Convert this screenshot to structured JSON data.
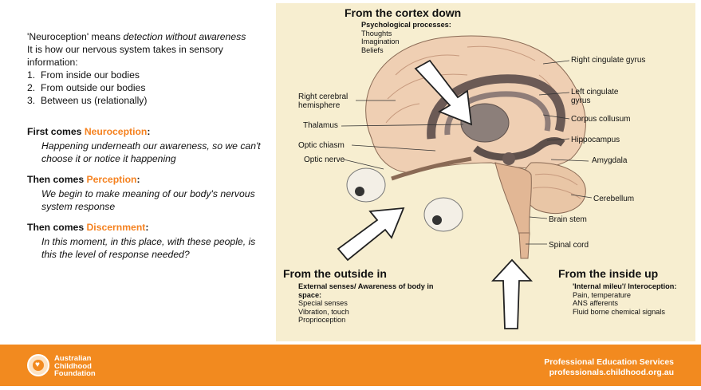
{
  "intro": {
    "line1_prefix": "'Neuroception' means ",
    "line1_italic": "detection without awareness",
    "line2": "It is how our nervous system takes in sensory information:",
    "items": [
      {
        "num": "1.",
        "text": "From inside our bodies"
      },
      {
        "num": "2.",
        "text": "From outside our bodies"
      },
      {
        "num": "3.",
        "text": "Between us (relationally)"
      }
    ]
  },
  "stages": [
    {
      "prefix": "First comes ",
      "term": "Neuroception",
      "suffix": ":",
      "desc": "Happening underneath our awareness, so we can't choose it or notice it happening"
    },
    {
      "prefix": "Then comes ",
      "term": "Perception",
      "suffix": ":",
      "desc": "We begin to make meaning of our body's nervous system response"
    },
    {
      "prefix": "Then comes ",
      "term": "Discernment",
      "suffix": ":",
      "desc": "In this moment, in this place, with these people, is this the level of response needed?"
    }
  ],
  "figure": {
    "top_title": "From the cortex down",
    "top_sub_title": "Psychological processes:",
    "top_sub_items": [
      "Thoughts",
      "Imagination",
      "Beliefs"
    ],
    "outside_title": "From the outside in",
    "outside_sub_title": "External senses/ Awareness of body in space:",
    "outside_sub_items": [
      "Special senses",
      "Vibration, touch",
      "Proprioception"
    ],
    "inside_title": "From the inside up",
    "inside_sub_title": "'Internal mileu'/ Interoception:",
    "inside_sub_items": [
      "Pain, temperature",
      "ANS afferents",
      "Fluid borne chemical signals"
    ],
    "labels": {
      "right_cingulate": "Right cingulate gyrus",
      "left_cingulate": "Left cingulate gyrus",
      "corpus": "Corpus collusum",
      "hippocampus": "Hippocampus",
      "amygdala": "Amygdala",
      "cerebellum": "Cerebellum",
      "brain_stem": "Brain stem",
      "spinal_cord": "Spinal cord",
      "right_cerebral": "Right cerebral hemisphere",
      "thalamus": "Thalamus",
      "optic_chiasm": "Optic chiasm",
      "optic_nerve": "Optic nerve"
    }
  },
  "footer": {
    "org_lines": [
      "Australian",
      "Childhood",
      "Foundation"
    ],
    "service": "Professional Education Services",
    "website": "professionals.childhood.org.au"
  },
  "colors": {
    "accent": "#f58220",
    "footer": "#f28a1f",
    "figure_bg": "#f7eed0"
  }
}
